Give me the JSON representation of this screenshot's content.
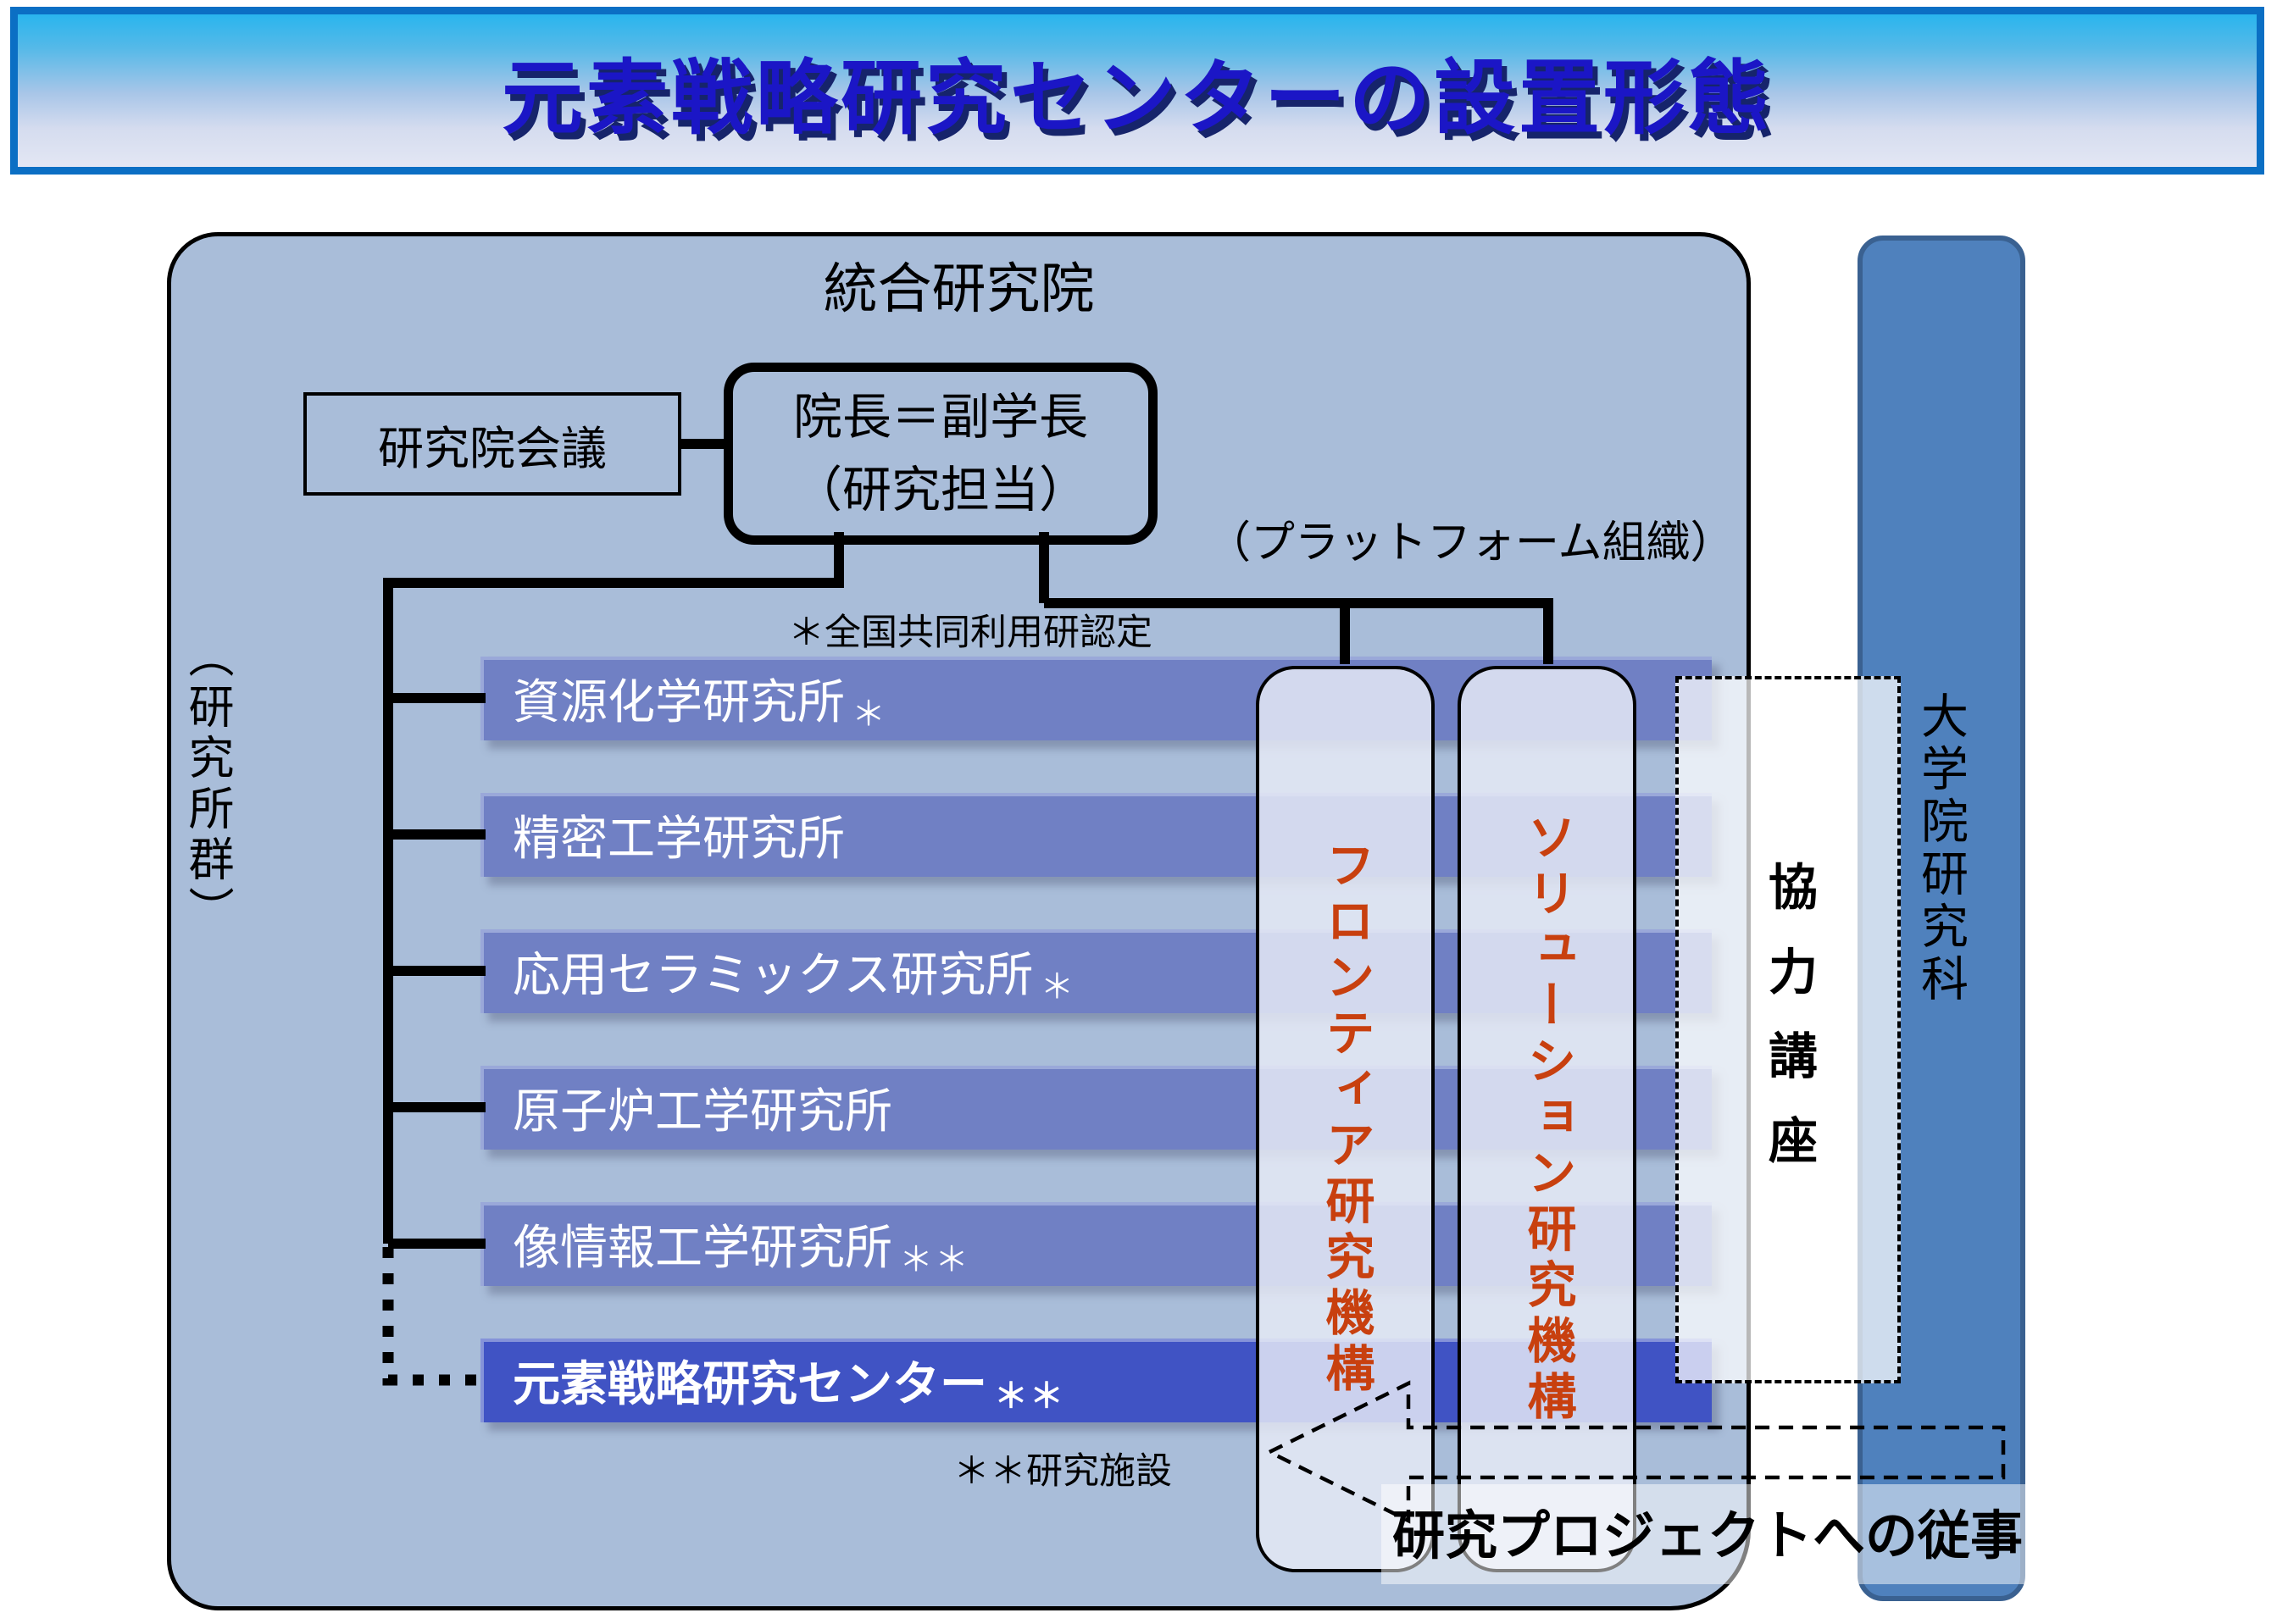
{
  "title": {
    "text": "元素戦略研究センターの設置形態"
  },
  "diagram": {
    "container_label": "統合研究院",
    "council_box_label": "研究院会議",
    "director_box_line1": "院長＝副学長",
    "director_box_line2": "（研究担当）",
    "platform_label": "（プラットフォーム組織）",
    "group_label": "（研究所群）",
    "note_top": "＊全国共同利用研認定",
    "note_bottom": "＊＊研究施設",
    "institutes": [
      {
        "name": "資源化学研究所",
        "stars": "＊"
      },
      {
        "name": "精密工学研究所",
        "stars": ""
      },
      {
        "name": "応用セラミックス研究所",
        "stars": "＊"
      },
      {
        "name": "原子炉工学研究所",
        "stars": ""
      },
      {
        "name": "像情報工学研究所",
        "stars": "＊＊"
      },
      {
        "name": "元素戦略研究センター",
        "stars": "＊＊"
      }
    ],
    "pillars": [
      {
        "label": "フロンティア研究機構"
      },
      {
        "label": "ソリューション研究機構"
      }
    ],
    "coop_box_label": "協力講座",
    "grad_school_label": "大学院研究科",
    "arrow_label": "研究プロジェクトへの従事"
  },
  "colors": {
    "banner-border": "#0b6fc4",
    "title-color": "#1b16c6",
    "container-bg": "#a9bdd9",
    "bar-bg": "#7080c4",
    "bar-highlight-bg": "#4053c4",
    "bar-text": "#ffffff",
    "pillar-text": "#c8400f",
    "grad-column-bg": "#4f81bd",
    "grad-column-border": "#3a6191"
  }
}
